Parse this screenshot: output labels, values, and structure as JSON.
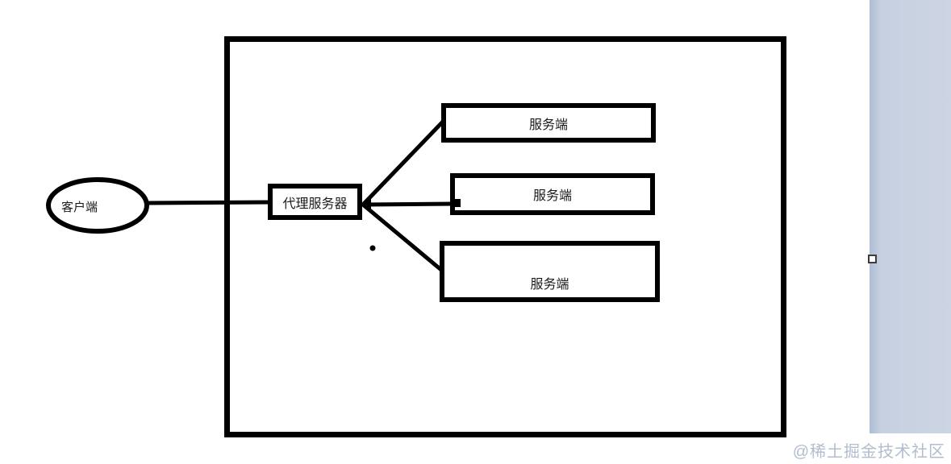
{
  "diagram": {
    "client": {
      "label": "客户端",
      "shape": "ellipse"
    },
    "proxy": {
      "label": "代理服务器",
      "shape": "rectangle"
    },
    "servers": [
      {
        "label": "服务端",
        "shape": "rectangle"
      },
      {
        "label": "服务端",
        "shape": "rectangle"
      },
      {
        "label": "服务端",
        "shape": "rectangle"
      }
    ],
    "connections": [
      {
        "from": "client",
        "to": "proxy"
      },
      {
        "from": "proxy",
        "to": "server-1"
      },
      {
        "from": "proxy",
        "to": "server-2"
      },
      {
        "from": "proxy",
        "to": "server-3"
      }
    ]
  },
  "watermark": {
    "text": "@稀土掘金技术社区"
  },
  "colors": {
    "stroke": "#000000",
    "background": "#ffffff",
    "sidebar": "#cdd5e3",
    "sidebar_edge": "#aebdd4",
    "watermark_text": "#b1bdce",
    "handle_border": "#3c3c3c"
  }
}
